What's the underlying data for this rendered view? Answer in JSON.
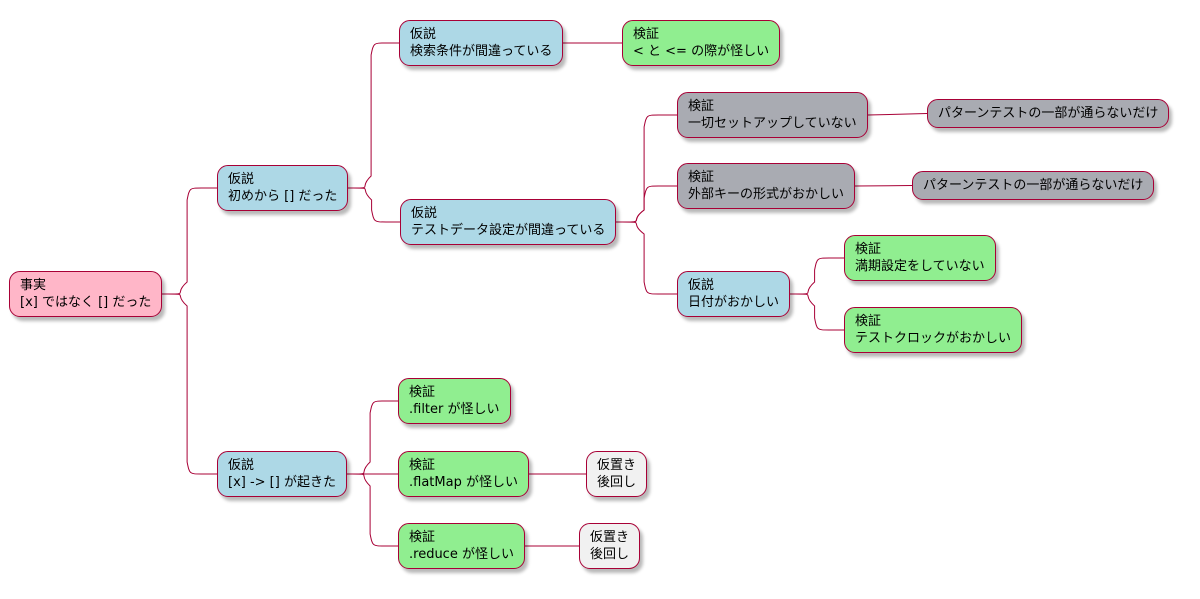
{
  "colors": {
    "edge": "#a80036",
    "fact": "#ffb6c8",
    "hypothesis": "#add8e6",
    "verification": "#90ee90",
    "resolved": "#a9abb2",
    "deferred": "#f1f1f1"
  },
  "root": {
    "title": "事実",
    "text": "[x] ではなく [] だった"
  },
  "h1": {
    "title": "仮説",
    "text": "初めから [] だった"
  },
  "h1a": {
    "title": "仮説",
    "text": "検索条件が間違っている"
  },
  "h1a_v": {
    "title": "検証",
    "text": "< と <= の際が怪しい"
  },
  "h1b": {
    "title": "仮説",
    "text": "テストデータ設定が間違っている"
  },
  "h1b_v1": {
    "title": "検証",
    "text": "一切セットアップしていない"
  },
  "h1b_v1_r": {
    "text": "パターンテストの一部が通らないだけ"
  },
  "h1b_v2": {
    "title": "検証",
    "text": "外部キーの形式がおかしい"
  },
  "h1b_v2_r": {
    "text": "パターンテストの一部が通らないだけ"
  },
  "h1b_h": {
    "title": "仮説",
    "text": "日付がおかしい"
  },
  "h1b_h_v1": {
    "title": "検証",
    "text": "満期設定をしていない"
  },
  "h1b_h_v2": {
    "title": "検証",
    "text": "テストクロックがおかしい"
  },
  "h2": {
    "title": "仮説",
    "text": "[x] -> [] が起きた"
  },
  "h2_v1": {
    "title": "検証",
    "text": ".filter が怪しい"
  },
  "h2_v2": {
    "title": "検証",
    "text": ".flatMap が怪しい"
  },
  "h2_v2_d": {
    "line1": "仮置き",
    "line2": "後回し"
  },
  "h2_v3": {
    "title": "検証",
    "text": ".reduce が怪しい"
  },
  "h2_v3_d": {
    "line1": "仮置き",
    "line2": "後回し"
  }
}
